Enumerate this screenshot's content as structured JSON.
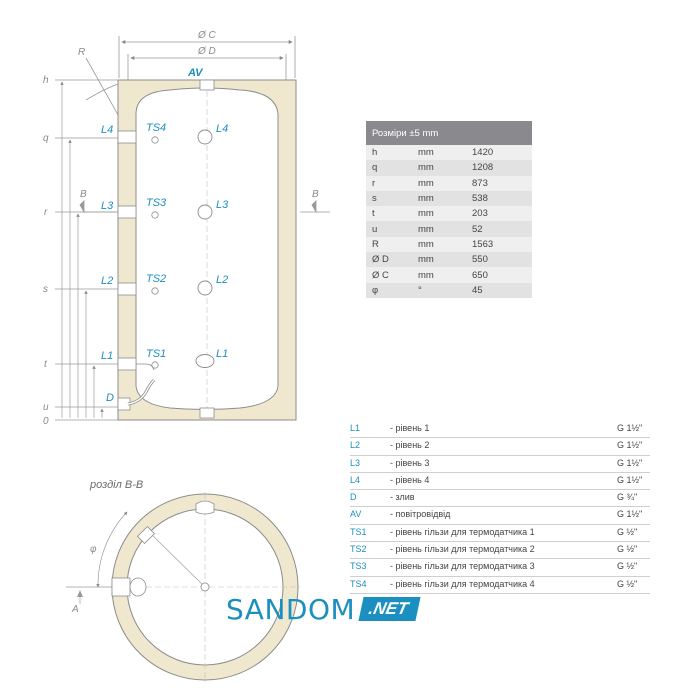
{
  "drawing": {
    "top_dims": {
      "c": "Ø C",
      "d": "Ø D"
    },
    "radius_label": "R",
    "left_dims": [
      "h",
      "q",
      "r",
      "s",
      "t",
      "u",
      "0"
    ],
    "section_marks": [
      "B",
      "B"
    ],
    "air_vent": "AV",
    "levels_left": [
      "L4",
      "L3",
      "L2",
      "L1"
    ],
    "sensors": [
      "TS4",
      "TS3",
      "TS2",
      "TS1"
    ],
    "levels_center": [
      "L4",
      "L3",
      "L2",
      "L1"
    ],
    "drain": "D",
    "section_title": "розділ B-B",
    "angle_symbol": "φ",
    "section_a": "A"
  },
  "dimension_table": {
    "header": "Розміри ±5 mm",
    "rows": [
      {
        "name": "h",
        "unit": "mm",
        "value": "1420"
      },
      {
        "name": "q",
        "unit": "mm",
        "value": "1208"
      },
      {
        "name": "r",
        "unit": "mm",
        "value": "873"
      },
      {
        "name": "s",
        "unit": "mm",
        "value": "538"
      },
      {
        "name": "t",
        "unit": "mm",
        "value": "203"
      },
      {
        "name": "u",
        "unit": "mm",
        "value": "52"
      },
      {
        "name": "R",
        "unit": "mm",
        "value": "1563"
      },
      {
        "name": "Ø D",
        "unit": "mm",
        "value": "550"
      },
      {
        "name": "Ø C",
        "unit": "mm",
        "value": "650"
      },
      {
        "name": "φ",
        "unit": "°",
        "value": "45"
      }
    ]
  },
  "connections": [
    {
      "code": "L1",
      "desc": "- рівень 1",
      "size": "G 1½\""
    },
    {
      "code": "L2",
      "desc": "- рівень 2",
      "size": "G 1½\""
    },
    {
      "code": "L3",
      "desc": "- рівень 3",
      "size": "G 1½\""
    },
    {
      "code": "L4",
      "desc": "- рівень 4",
      "size": "G 1½\""
    },
    {
      "code": "D",
      "desc": "- злив",
      "size": "G ¾\""
    },
    {
      "code": "AV",
      "desc": "- повітровідвід",
      "size": "G 1½\""
    },
    {
      "code": "TS1",
      "desc": "- рівень гільзи для термодатчика 1",
      "size": "G ½\""
    },
    {
      "code": "TS2",
      "desc": "- рівень гільзи для термодатчика 2",
      "size": "G ½\""
    },
    {
      "code": "TS3",
      "desc": "- рівень гільзи для термодатчика 3",
      "size": "G ½\""
    },
    {
      "code": "TS4",
      "desc": "- рівень гільзи для термодатчика 4",
      "size": "G ½\""
    }
  ],
  "watermark": {
    "text": "SANDOM",
    "badge": ".NET"
  }
}
